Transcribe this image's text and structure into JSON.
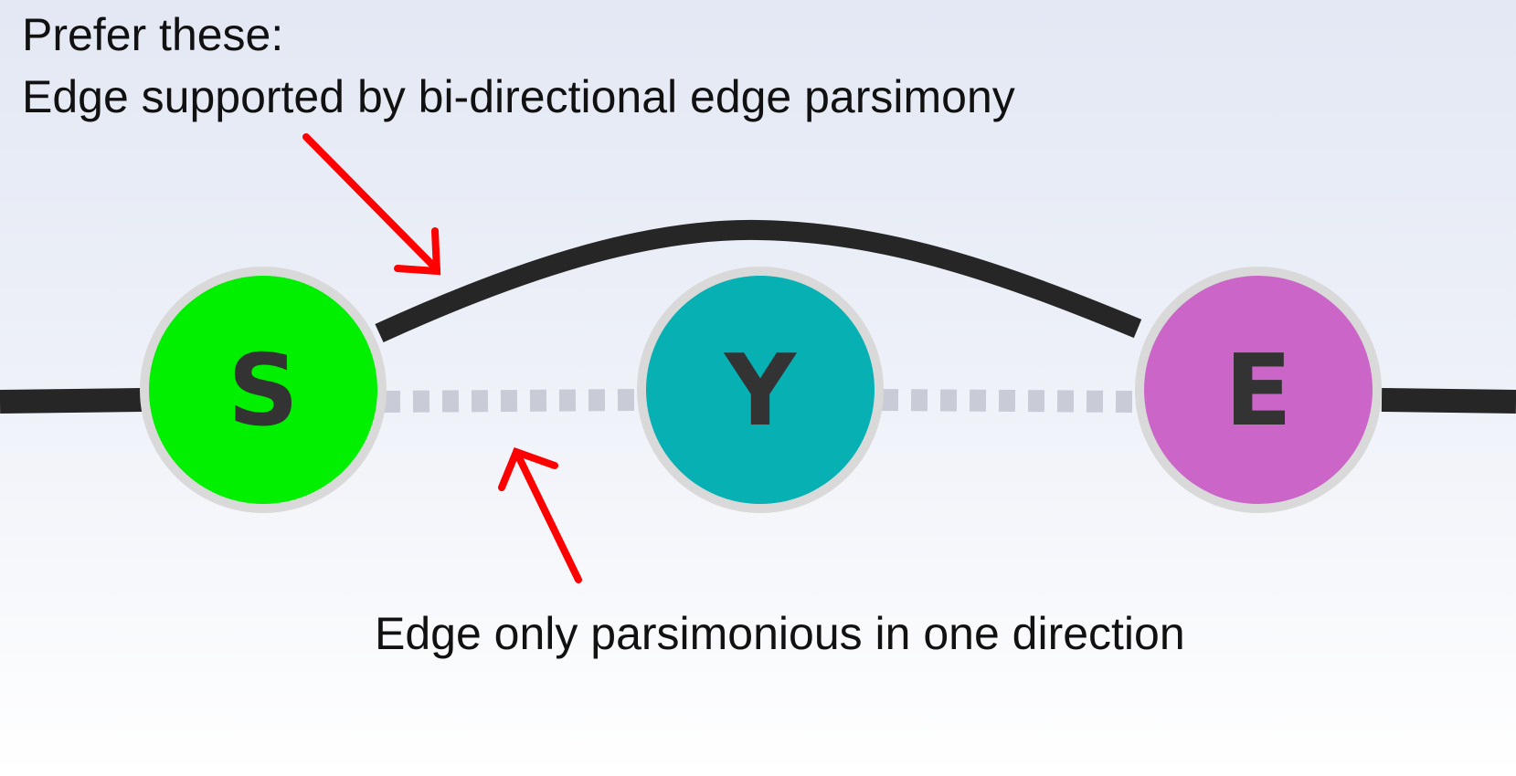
{
  "captions": {
    "top_line1": "Prefer these:",
    "top_line2": "Edge supported by bi-directional edge parsimony",
    "bottom": "Edge only parsimonious in one direction"
  },
  "nodes": [
    {
      "letter": "S",
      "color": "#00f000"
    },
    {
      "letter": "Y",
      "color": "#06b0b3"
    },
    {
      "letter": "E",
      "color": "#cb66c8"
    }
  ],
  "colors": {
    "strong_edge": "#262626",
    "weak_edge": "#c9ccd6",
    "arrow": "#ff0000",
    "node_outline": "#d9d9d9"
  }
}
